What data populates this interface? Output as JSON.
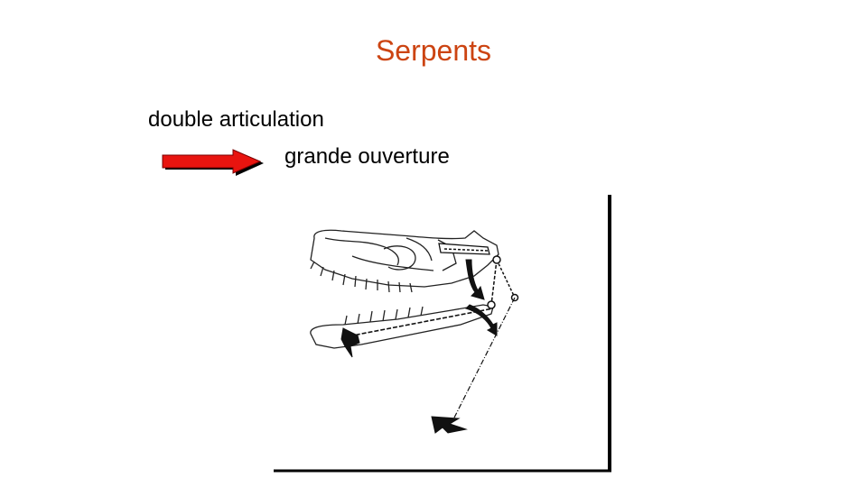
{
  "slide": {
    "title": "Serpents",
    "line1": "double articulation",
    "line2": "grande ouverture",
    "arrow_icon": "right-arrow-icon",
    "colors": {
      "title": "#cc4412",
      "arrow_fill": "#e8140f",
      "arrow_shadow": "#000000",
      "text": "#000000"
    },
    "figure": {
      "icon": "snake-skull-jaw-illustration",
      "description_visible_text": ""
    }
  }
}
